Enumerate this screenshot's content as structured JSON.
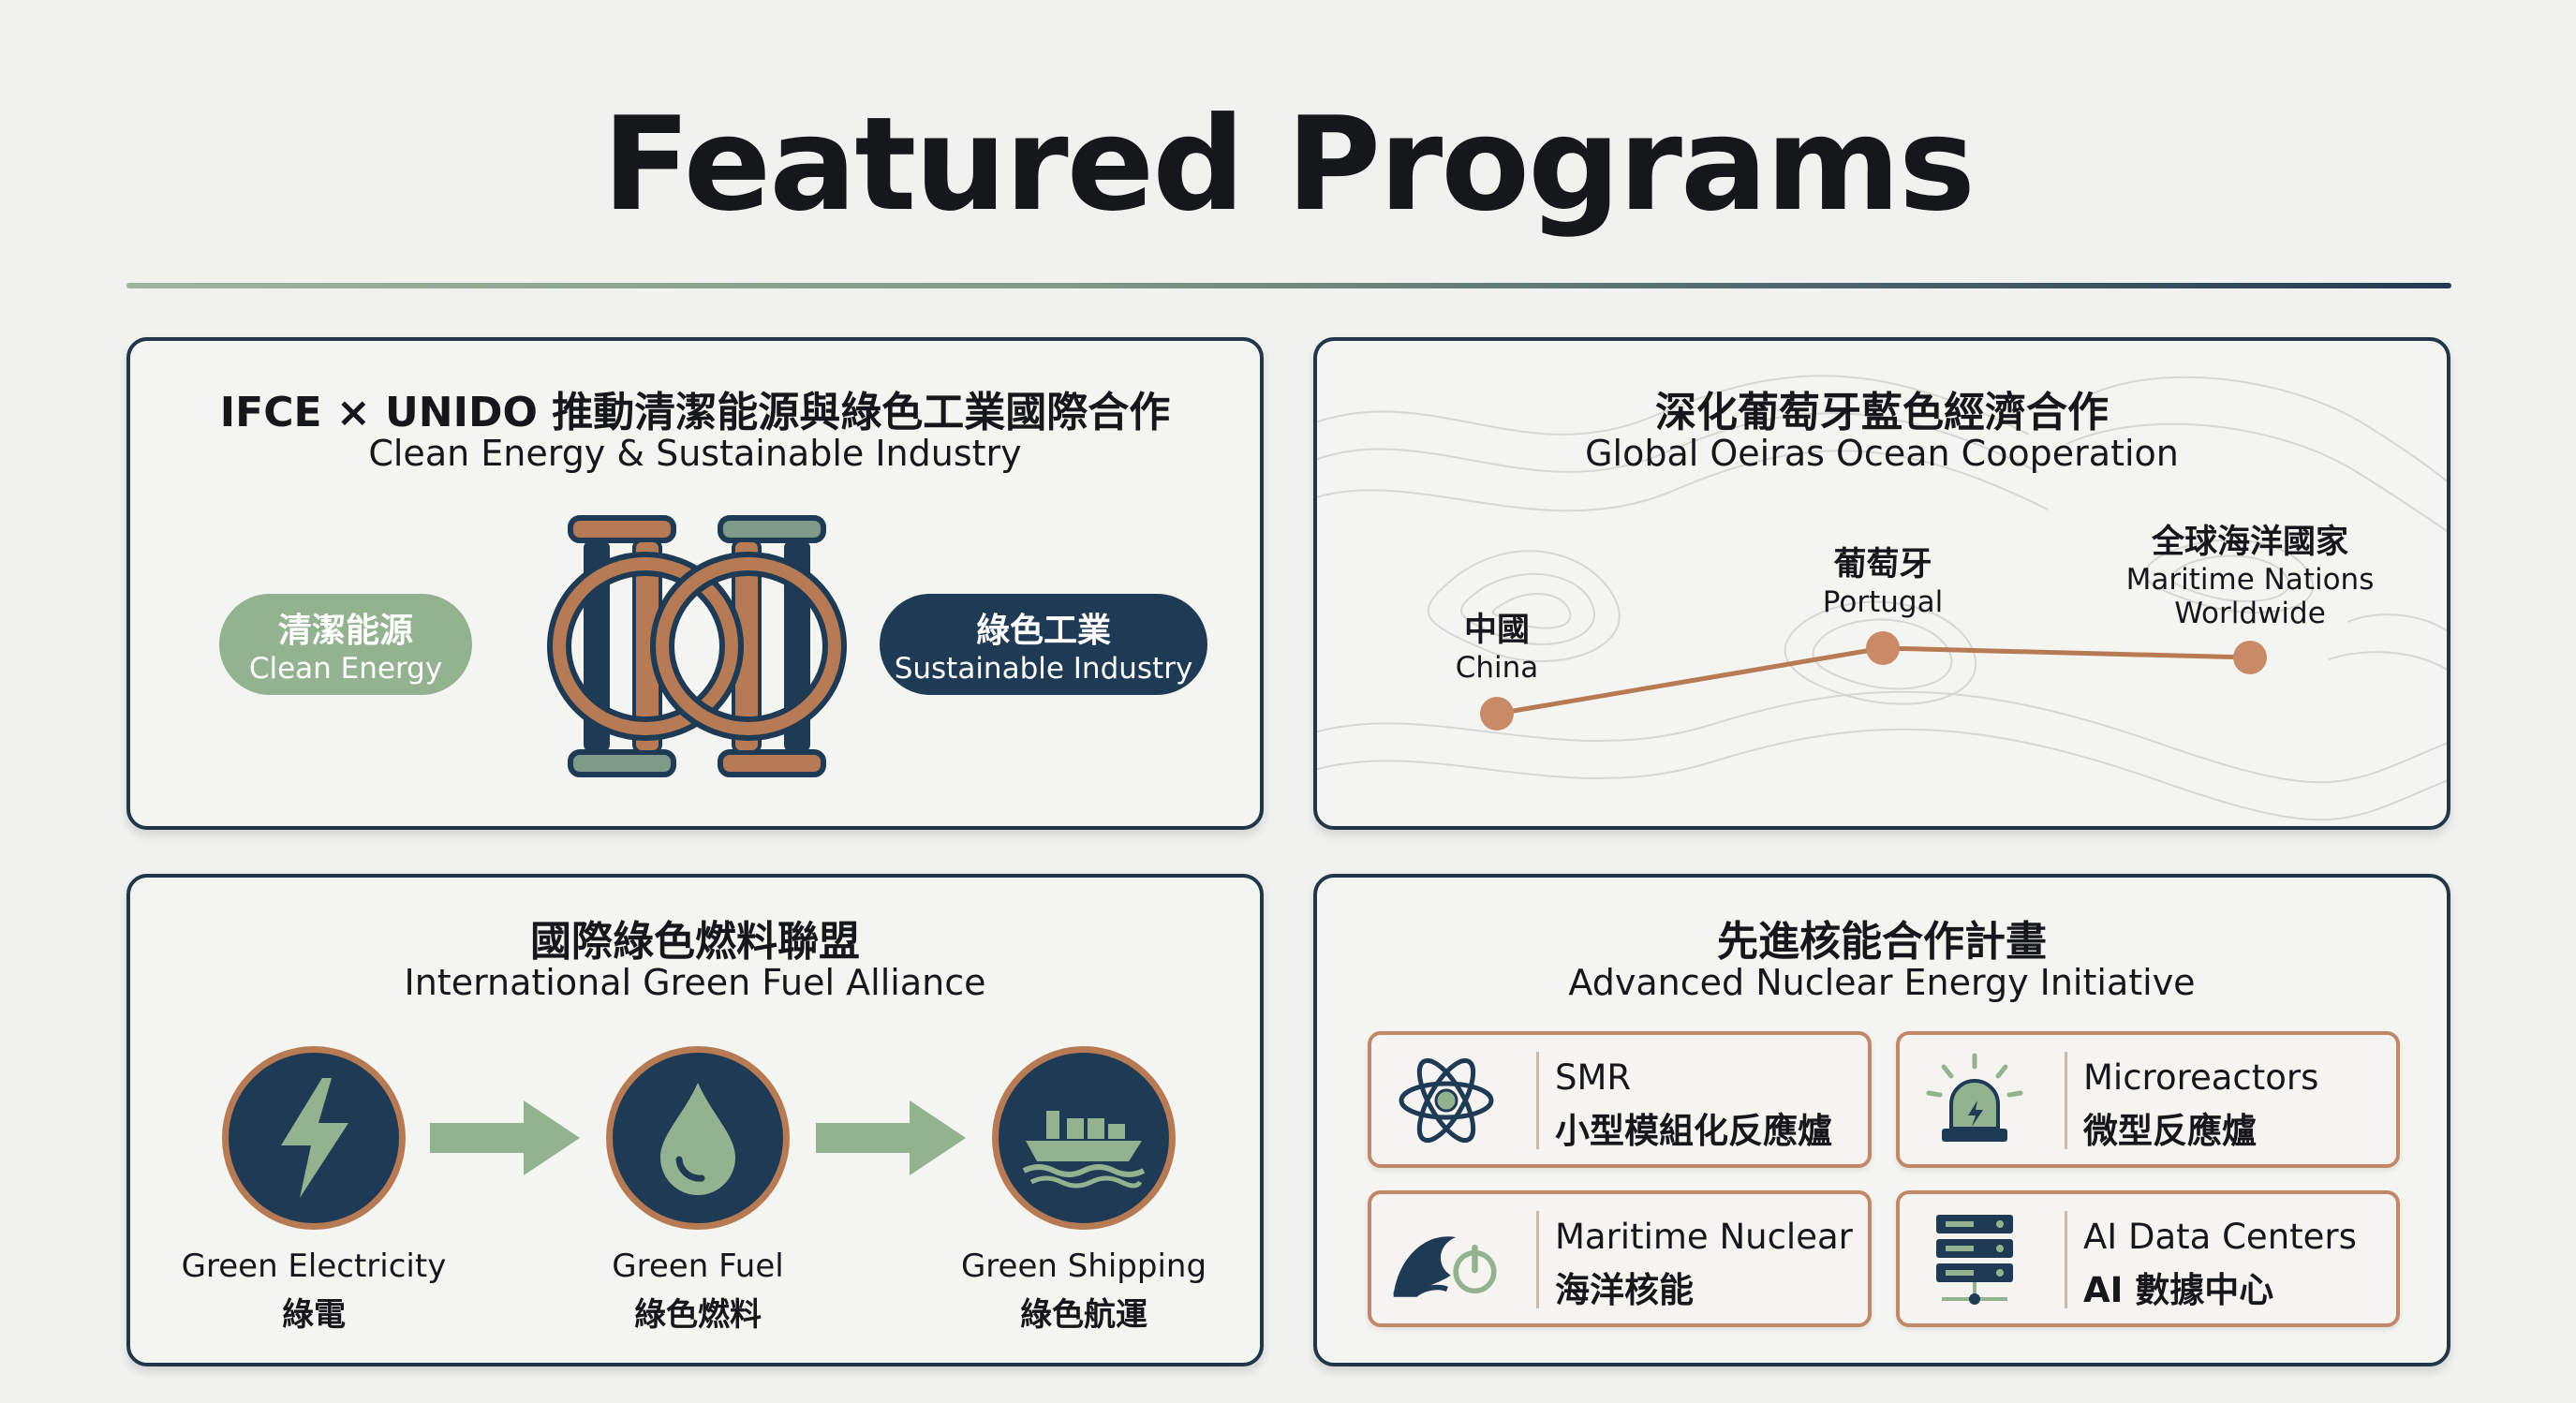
{
  "page": {
    "title": "Featured Programs"
  },
  "cards": {
    "ifce": {
      "title_cn": "IFCE × UNIDO 推動清潔能源與綠色工業國際合作",
      "title_en": "Clean Energy & Sustainable Industry",
      "left_pill": {
        "cn": "清潔能源",
        "en": "Clean Energy",
        "color": "#93b390"
      },
      "right_pill": {
        "cn": "綠色工業",
        "en": "Sustainable Industry",
        "color": "#1f3a55"
      },
      "center_icon": "interlinked-rings-icon"
    },
    "ocean": {
      "title_cn": "深化葡萄牙藍色經濟合作",
      "title_en": "Global Oeiras Ocean Cooperation",
      "points": [
        {
          "cn": "中國",
          "en": "China"
        },
        {
          "cn": "葡萄牙",
          "en": "Portugal"
        },
        {
          "cn": "全球海洋國家",
          "en": "Maritime Nations",
          "en2": "Worldwide"
        }
      ],
      "point_color": "#c98a68"
    },
    "fuel": {
      "title_cn": "國際綠色燃料聯盟",
      "title_en": "International Green Fuel Alliance",
      "steps": [
        {
          "en": "Green Electricity",
          "cn": "綠電",
          "icon": "lightning-icon"
        },
        {
          "en": "Green Fuel",
          "cn": "綠色燃料",
          "icon": "droplet-icon"
        },
        {
          "en": "Green Shipping",
          "cn": "綠色航運",
          "icon": "ship-icon"
        }
      ],
      "arrow_color": "#93b390"
    },
    "nuclear": {
      "title_cn": "先進核能合作計畫",
      "title_en": "Advanced Nuclear Energy Initiative",
      "items": [
        {
          "en": "SMR",
          "cn": "小型模組化反應爐",
          "icon": "atom-icon"
        },
        {
          "en": "Microreactors",
          "cn": "微型反應爐",
          "icon": "alarm-light-icon"
        },
        {
          "en": "Maritime Nuclear",
          "cn": "海洋核能",
          "icon": "wave-power-icon"
        },
        {
          "en": "AI Data Centers",
          "cn": "AI 數據中心",
          "icon": "server-icon"
        }
      ]
    }
  },
  "colors": {
    "navy": "#1f3a55",
    "copper": "#b67b54",
    "sage": "#93b390"
  }
}
